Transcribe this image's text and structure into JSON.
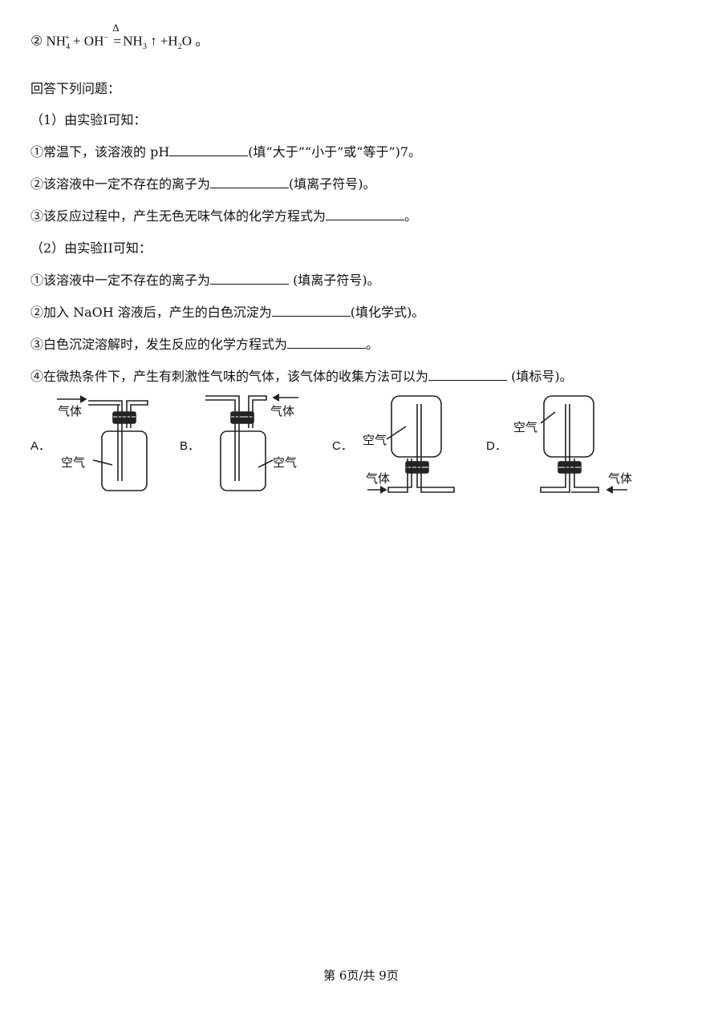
{
  "equation": {
    "num": "②",
    "nh": "NH",
    "sub4": "4",
    "supPlus": "+",
    "plusOH": " + OH",
    "supMinus": "−",
    "delta": "Δ",
    "eqSign": "=",
    "nh3": "NH",
    "sub3": "3",
    "arrowH": "↑ +H",
    "sub2": "2",
    "oEnd": "O 。"
  },
  "intro": "回答下列问题：",
  "part1": {
    "heading": "（1）由实验I可知：",
    "q1_pre": "①常温下，该溶液的 pH",
    "q1_post": "(填“大于”“小于”或“等于”)7。",
    "q2_pre": "②该溶液中一定不存在的离子为",
    "q2_post": "(填离子符号)。",
    "q3_pre": "③该反应过程中，产生无色无味气体的化学方程式为",
    "q3_post": "。"
  },
  "part2": {
    "heading": "（2）由实验II可知：",
    "q1_pre": "①该溶液中一定不存在的离子为",
    "q1_post": " (填离子符号)。",
    "q2_pre": "②加入 NaOH 溶液后，产生的白色沉淀为",
    "q2_post": "(填化学式)。",
    "q3_pre": "③白色沉淀溶解时，发生反应的化学方程式为",
    "q3_post": "。",
    "q4_pre": "④在微热条件下，产生有刺激性气味的气体，该气体的收集方法可以为",
    "q4_post": " (填标号)。"
  },
  "options": {
    "A": "A．",
    "B": "B．",
    "C": "C．",
    "D": "D．",
    "gas": "气体",
    "air": "空气"
  },
  "footer": "第 6页/共 9页"
}
